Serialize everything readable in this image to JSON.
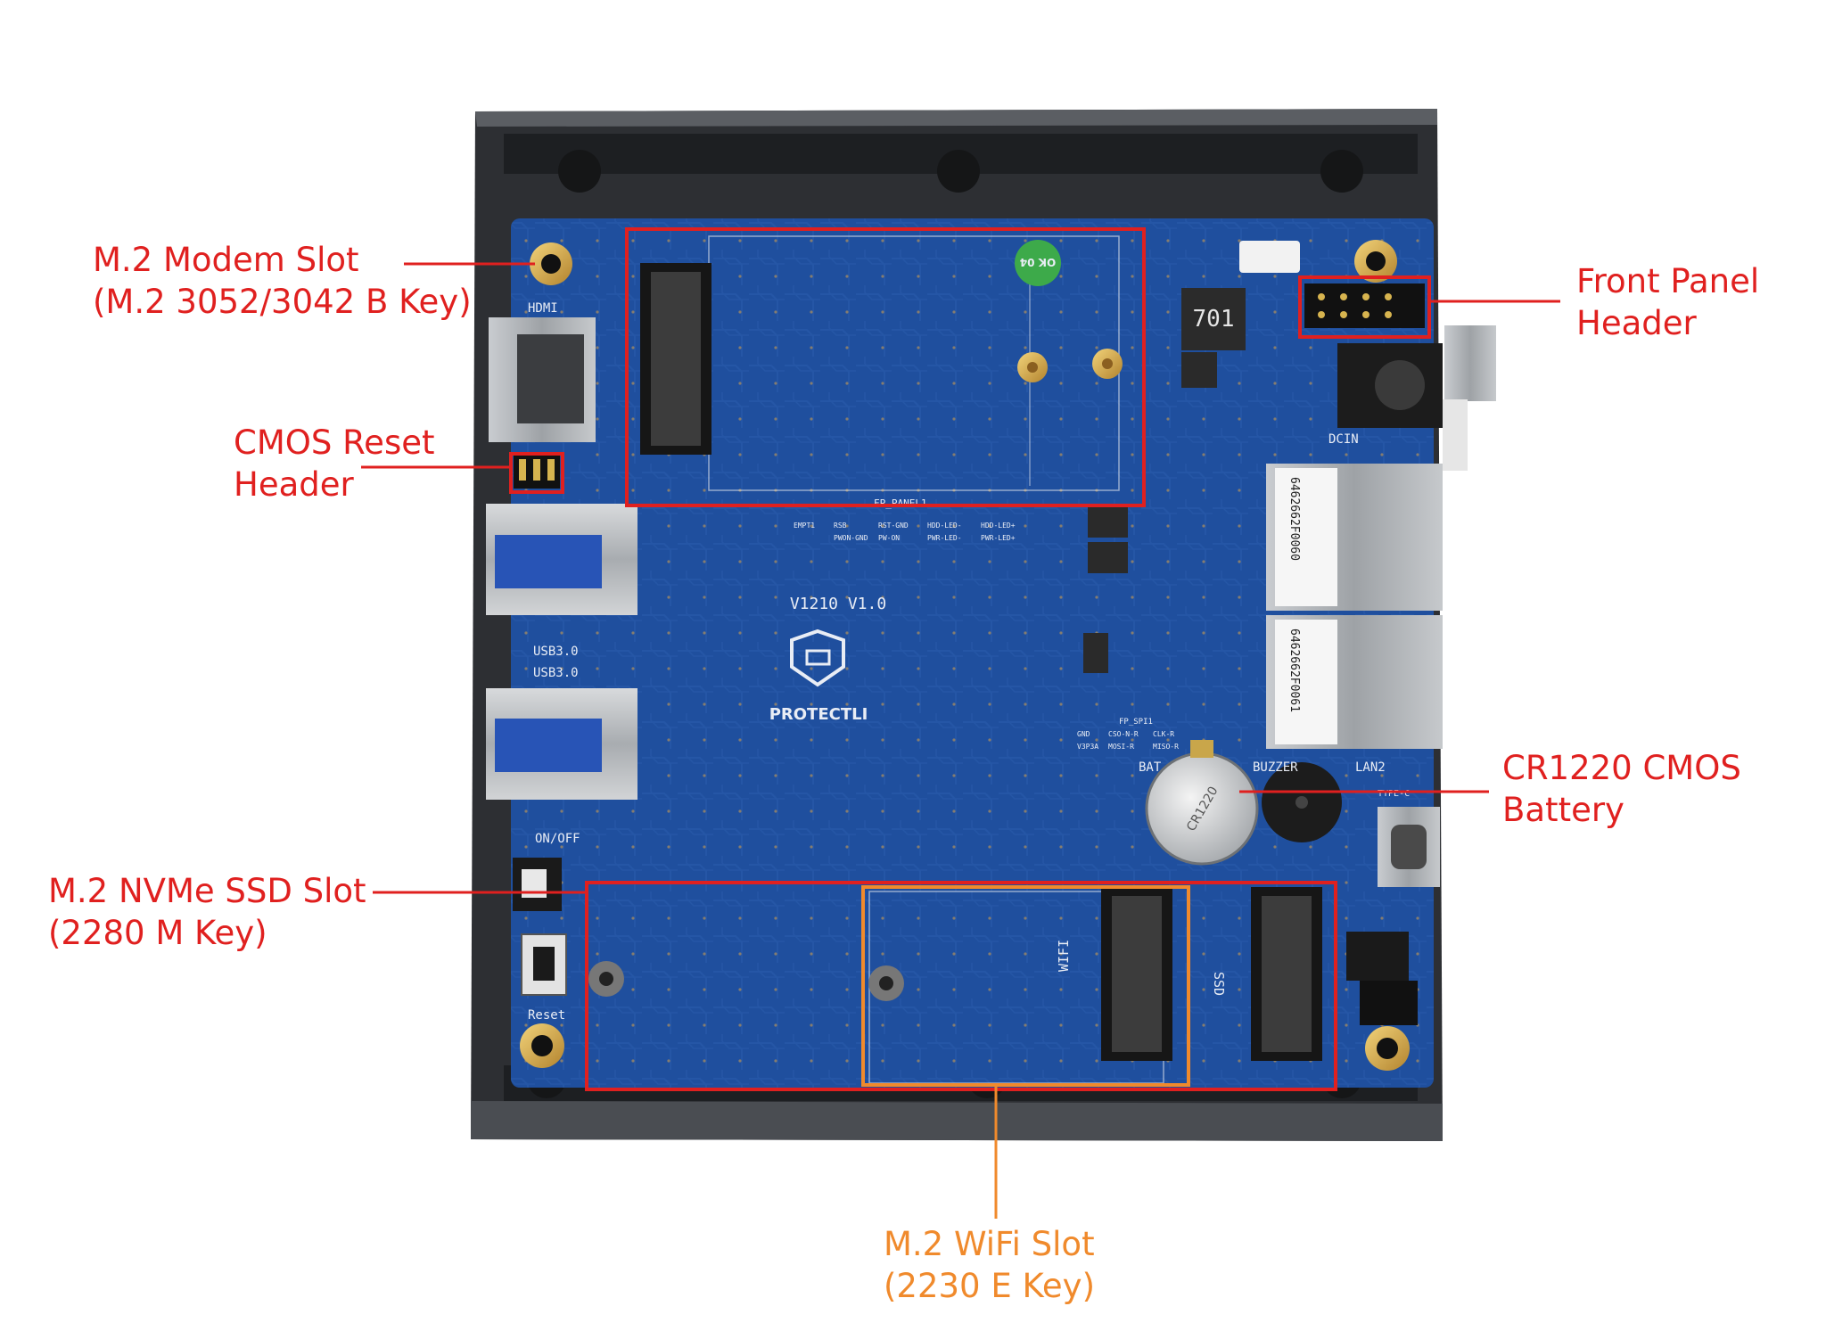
{
  "colors": {
    "callout_red": "#e0201f",
    "callout_orange": "#f08a2c",
    "pcb_blue": "#1f4f9e",
    "chassis": "#2d2f33"
  },
  "board": {
    "model": "V1210 V1.0",
    "brand": "PROTECTLI",
    "fan_chip": "701",
    "port_labels": {
      "hdmi": "HDMI",
      "usb1": "USB3.0",
      "usb2": "USB3.0",
      "on_off": "ON/OFF",
      "reset": "Reset",
      "dcin": "DCIN",
      "lan2": "LAN2",
      "buzzer": "BUZZER",
      "bat": "BAT",
      "wifi": "WIFI",
      "ssd": "SSD",
      "fp_panel": "FP_PANEL1",
      "fp_spi": "FP_SPI1",
      "type_c": "TYPE-C"
    },
    "header_pins": {
      "row1": [
        "EMPT1",
        "RSB",
        "RST-GND",
        "HDD-LED-",
        "HDD-LED+"
      ],
      "row2": [
        "",
        "PWON-GND",
        "PW-ON",
        "PWR-LED-",
        "PWR-LED+"
      ],
      "spi_row1": [
        "GND",
        "CSO-N-R",
        "CLK-R"
      ],
      "spi_row2": [
        "V3P3A",
        "MOSI-R",
        "MISO-R"
      ]
    },
    "lan_labels": [
      "6462662F0060",
      "6462662F0061"
    ],
    "ok_sticker": "OK 04",
    "battery_text": "CR1220"
  },
  "callouts": {
    "modem": {
      "line1": "M.2 Modem Slot",
      "line2": "(M.2 3052/3042 B Key)"
    },
    "cmos_reset": {
      "line1": "CMOS Reset",
      "line2": "Header"
    },
    "nvme": {
      "line1": "M.2 NVMe SSD Slot",
      "line2": "(2280 M Key)"
    },
    "front_panel": {
      "line1": "Front Panel",
      "line2": "Header"
    },
    "battery": {
      "line1": "CR1220 CMOS",
      "line2": "Battery"
    },
    "wifi": {
      "line1": "M.2 WiFi Slot",
      "line2": "(2230 E Key)"
    }
  }
}
